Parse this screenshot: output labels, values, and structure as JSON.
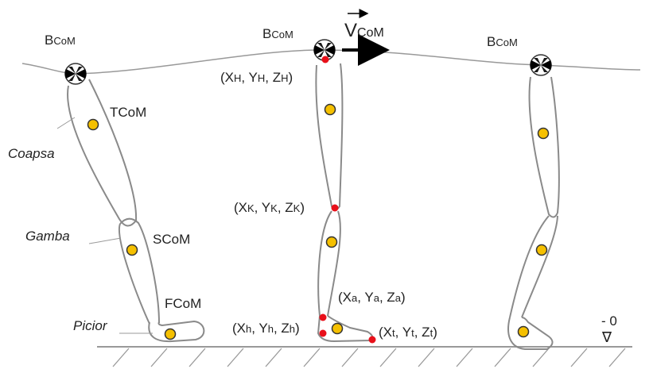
{
  "labels": {
    "body_com": {
      "main": "B",
      "sub": "CoM"
    },
    "thigh_com": "TCoM",
    "shank_com": "SCoM",
    "foot_com": "FCoM",
    "velocity": {
      "main": "V",
      "sub": "CoM"
    },
    "segments": {
      "thigh": "Coapsa",
      "shank": "Gamba",
      "foot": "Picior"
    },
    "ground_level": {
      "top": "- 0",
      "symbol": "∇"
    }
  },
  "coordinates": {
    "hip": {
      "open": "(X",
      "sub": "H",
      "y": ", Y",
      "z": ", Z",
      "close": ")"
    },
    "knee": {
      "open": "(X",
      "sub": "K",
      "y": ", Y",
      "z": ", Z",
      "close": ")"
    },
    "ankle": {
      "open": "(X",
      "sub": "a",
      "y": ", Y",
      "z": ", Z",
      "close": ")"
    },
    "heel": {
      "open": "(X",
      "sub": "h",
      "y": ", Y",
      "z": ", Z",
      "close": ")"
    },
    "toe": {
      "open": "(X",
      "sub": "t",
      "y": ", Y",
      "z": ", Z",
      "close": ")"
    }
  },
  "colors": {
    "com": "#f5c000",
    "joint": "#e8101a",
    "outline": "#8a8a8a"
  }
}
